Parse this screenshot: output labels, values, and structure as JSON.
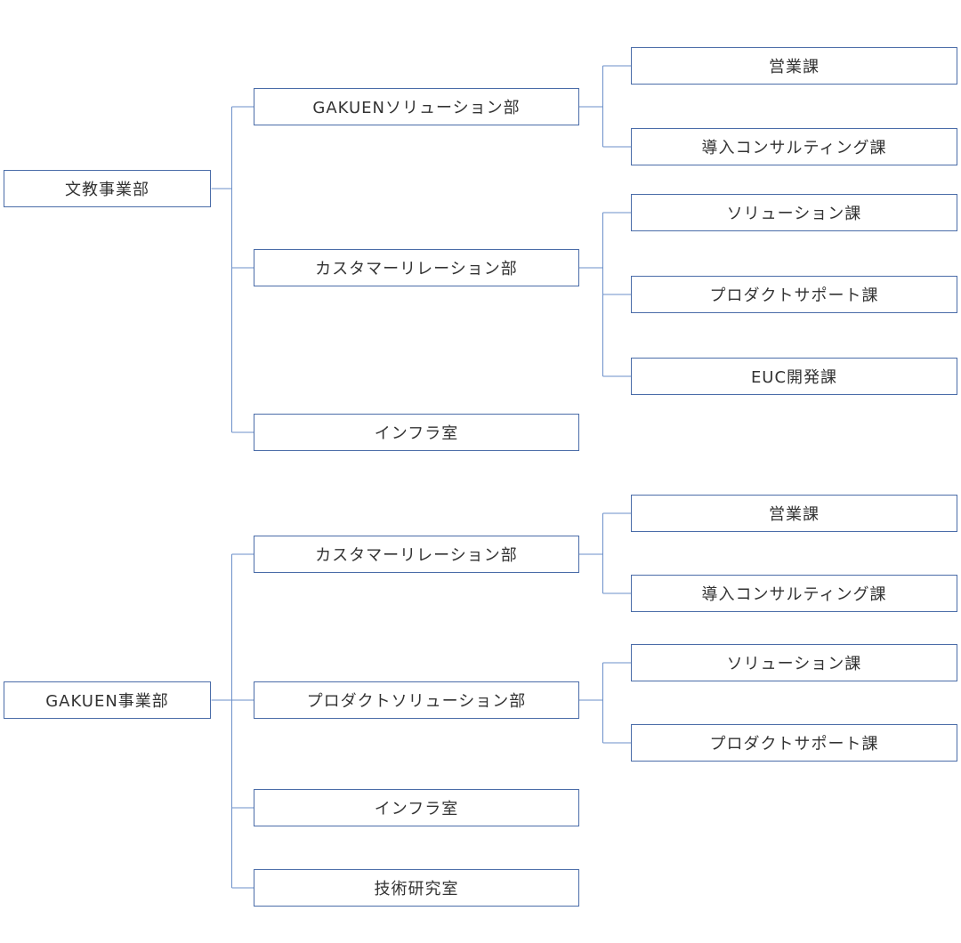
{
  "colors": {
    "border": "#4a6ca8",
    "connector": "#6b8fc9",
    "text": "#333333",
    "background": "#ffffff"
  },
  "divisions": [
    {
      "name": "文教事業部",
      "departments": [
        {
          "name": "GAKUENソリューション部",
          "sections": [
            "営業課",
            "導入コンサルティング課"
          ]
        },
        {
          "name": "カスタマーリレーション部",
          "sections": [
            "ソリューション課",
            "プロダクトサポート課",
            "EUC開発課"
          ]
        },
        {
          "name": "インフラ室",
          "sections": []
        }
      ]
    },
    {
      "name": "GAKUEN事業部",
      "departments": [
        {
          "name": "カスタマーリレーション部",
          "sections": [
            "営業課",
            "導入コンサルティング課"
          ]
        },
        {
          "name": "プロダクトソリューション部",
          "sections": [
            "ソリューション課",
            "プロダクトサポート課"
          ]
        },
        {
          "name": "インフラ室",
          "sections": []
        },
        {
          "name": "技術研究室",
          "sections": []
        }
      ]
    }
  ]
}
